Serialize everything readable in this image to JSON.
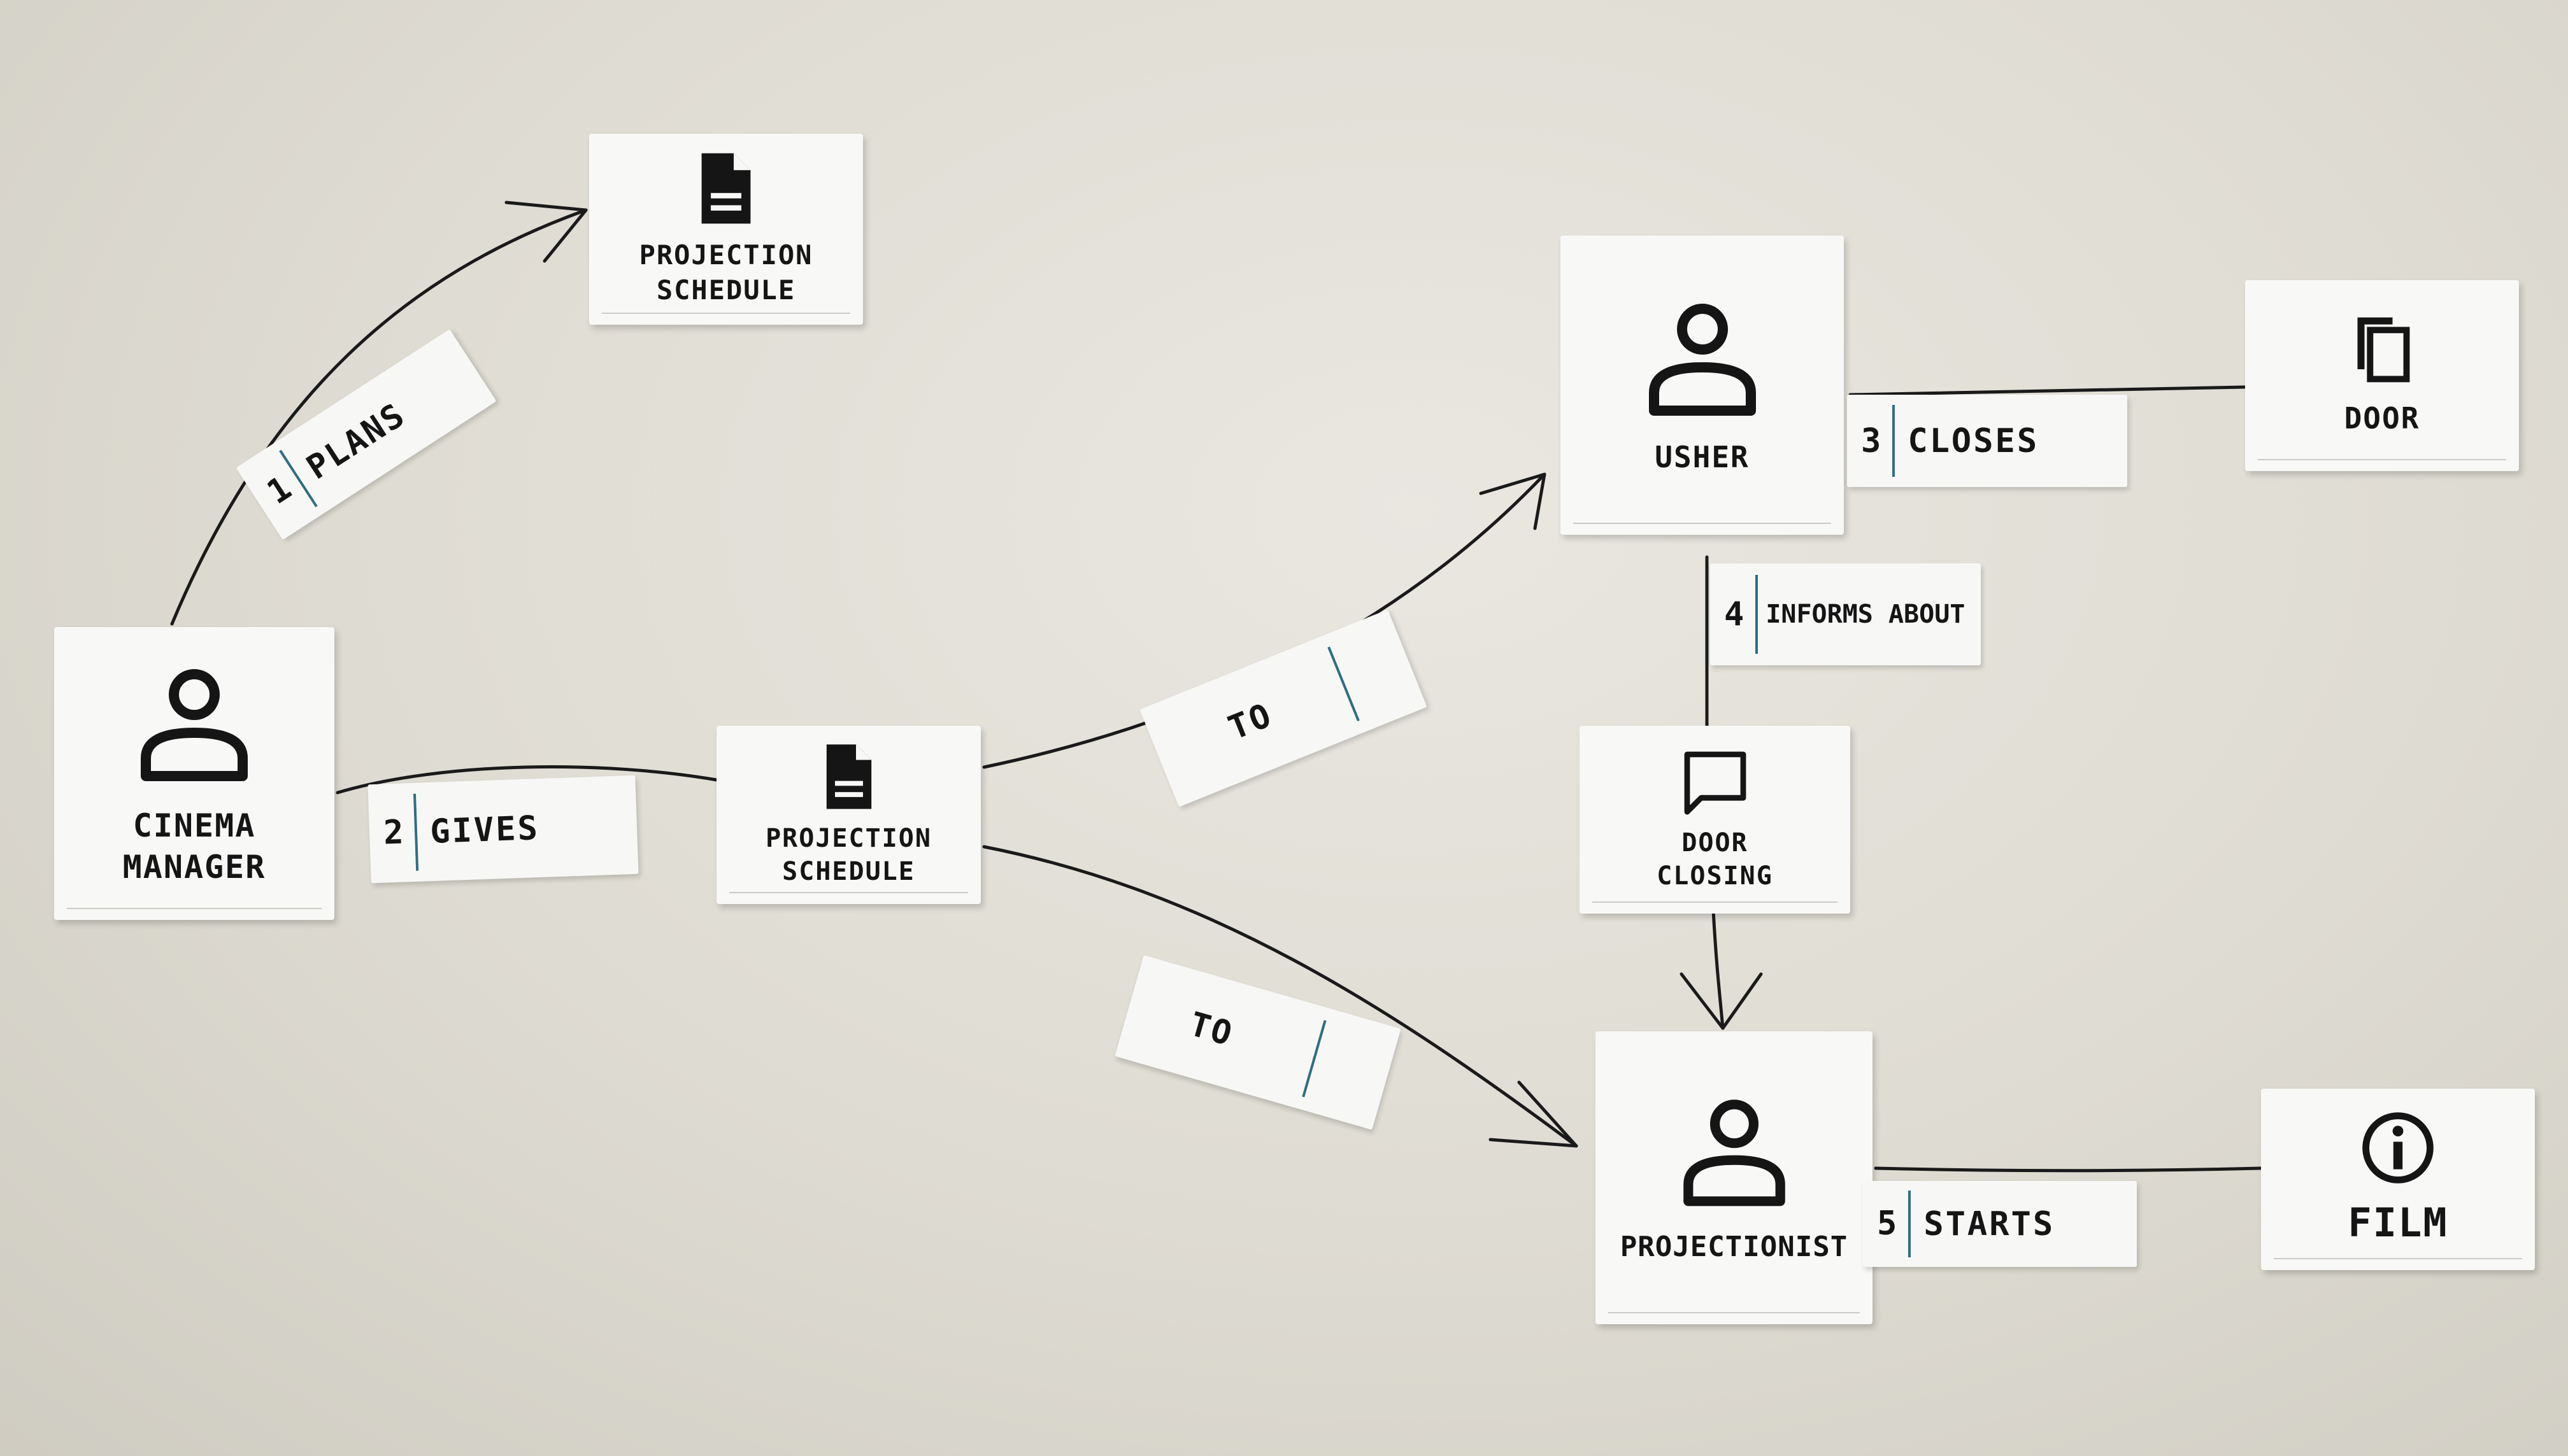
{
  "nodes": {
    "cinema_manager": {
      "label": "CINEMA\nMANAGER",
      "icon": "person-icon"
    },
    "schedule_top": {
      "label": "PROJECTION\nSCHEDULE",
      "icon": "document-icon"
    },
    "schedule_mid": {
      "label": "PROJECTION\nSCHEDULE",
      "icon": "document-icon"
    },
    "usher": {
      "label": "USHER",
      "icon": "person-icon"
    },
    "door": {
      "label": "DOOR",
      "icon": "copy-icon"
    },
    "door_closing": {
      "label": "DOOR\nCLOSING",
      "icon": "speech-bubble-icon"
    },
    "projectionist": {
      "label": "PROJECTIONIST",
      "icon": "person-icon"
    },
    "film": {
      "label": "FILM",
      "icon": "info-icon"
    }
  },
  "edges": {
    "plans": {
      "num": "1",
      "verb": "PLANS"
    },
    "gives": {
      "num": "2",
      "verb": "GIVES"
    },
    "closes": {
      "num": "3",
      "verb": "CLOSES"
    },
    "informs": {
      "num": "4",
      "verb": "INFORMS ABOUT"
    },
    "starts": {
      "num": "5",
      "verb": "STARTS"
    },
    "to_usher": {
      "verb": "TO"
    },
    "to_projectionist": {
      "verb": "TO"
    }
  },
  "colors": {
    "ink": "#151515",
    "accent_bar": "#2f6d84",
    "card": "#f8f8f6",
    "wall": "#e2dfd7"
  }
}
